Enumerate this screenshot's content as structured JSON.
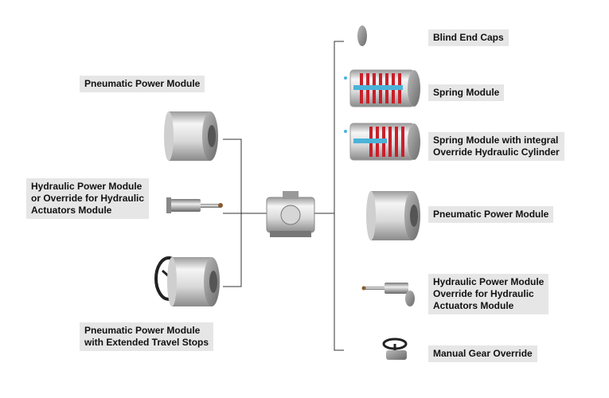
{
  "left_labels": {
    "pneumatic_top": "Pneumatic Power Module",
    "hydraulic": [
      "Hydraulic Power Module",
      "or Override for Hydraulic",
      "Actuators Module"
    ],
    "pneumatic_stops": [
      "Pneumatic Power Module",
      "with Extended Travel Stops"
    ]
  },
  "right_labels": {
    "blind_caps": "Blind End Caps",
    "spring": "Spring Module",
    "spring_override": [
      "Spring Module with integral",
      "Override Hydraulic Cylinder"
    ],
    "pneumatic": "Pneumatic Power Module",
    "hydraulic": [
      "Hydraulic Power Module",
      "Override for Hydraulic",
      "Actuators Module"
    ],
    "gear": "Manual Gear Override"
  },
  "colors": {
    "label_bg": "#e6e6e6",
    "line": "#333333",
    "spring_red": "#c8202a",
    "rod_blue": "#4ab3d9",
    "metal_light": "#e8e8e8",
    "metal_dark": "#6d6d6d"
  }
}
